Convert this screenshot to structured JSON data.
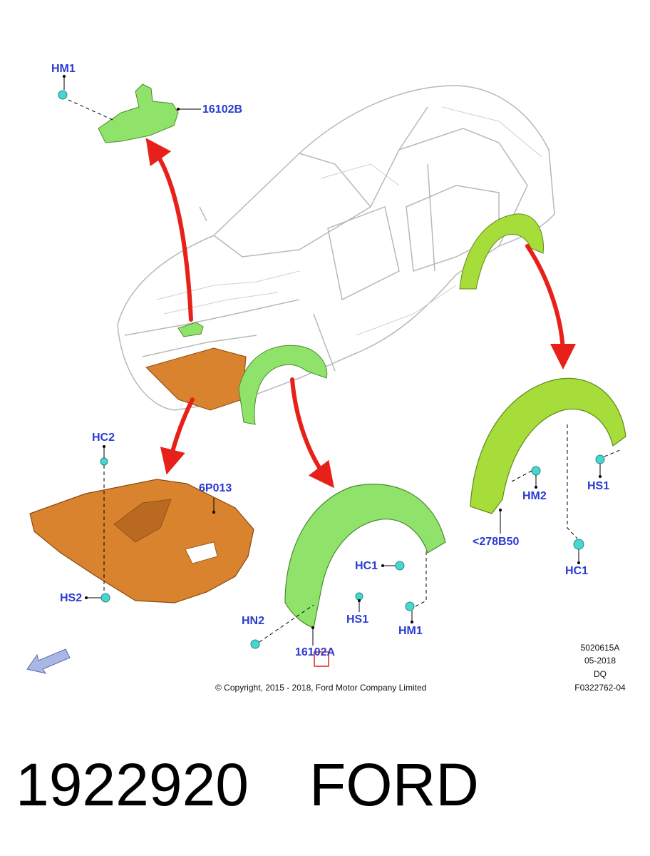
{
  "callouts": {
    "hm1_top": "HM1",
    "p16102b": "16102B",
    "hc2": "HC2",
    "p6p013": "6P013",
    "hs2": "HS2",
    "hc1_front": "HC1",
    "hn2": "HN2",
    "hs1_front": "HS1",
    "hm1_front": "HM1",
    "p16102a": "16102A",
    "hm2": "HM2",
    "hs1_rear": "HS1",
    "p278b50": "<278B50",
    "hc1_rear": "HC1"
  },
  "meta": {
    "ref": "5020615A",
    "date": "05-2018",
    "code": "DQ",
    "fig": "F0322762-04"
  },
  "copyright": "© Copyright, 2015 - 2018, Ford Motor Company Limited",
  "bottom": {
    "part_number": "1922920",
    "brand": "FORD"
  },
  "colors": {
    "callout_text": "#2a3bd1",
    "arrow": "#e8201a",
    "green_part": "#8fe36a",
    "lime_part": "#a6dd3a",
    "orange_part": "#d9832e",
    "fastener": "#48d6cf"
  }
}
